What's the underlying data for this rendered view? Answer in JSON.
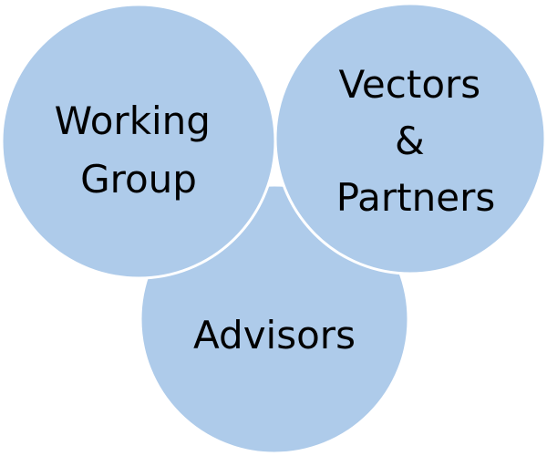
{
  "diagram": {
    "colors": {
      "fill": "#aecbea",
      "stroke": "#ffffff",
      "text": "#000000"
    },
    "circles": [
      {
        "lines": [
          "Advisors"
        ]
      },
      {
        "lines": [
          "Working",
          "Group"
        ]
      },
      {
        "lines": [
          "Vectors",
          "&",
          "Partners"
        ]
      }
    ]
  }
}
